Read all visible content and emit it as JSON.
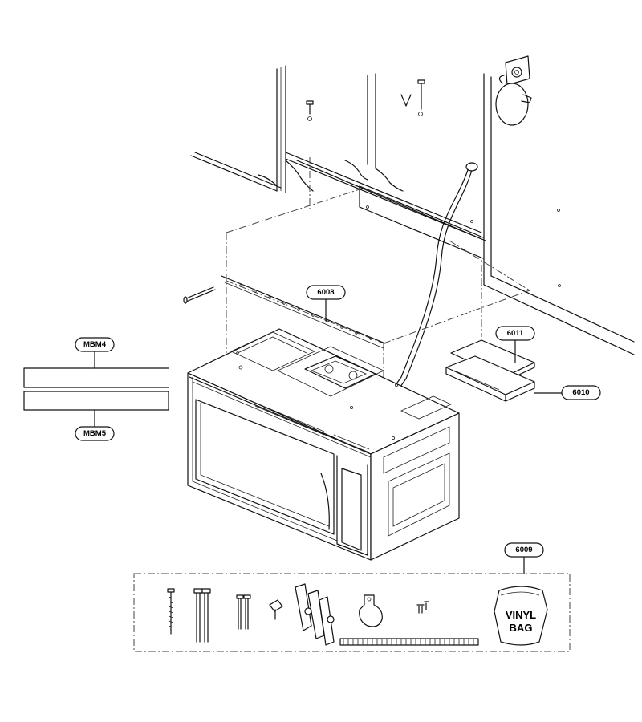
{
  "callouts": {
    "c6008": "6008",
    "c6011": "6011",
    "c6010": "6010",
    "c6009": "6009",
    "mbm4": "MBM4",
    "mbm5": "MBM5"
  },
  "vinyl_bag": {
    "line1": "VINYL",
    "line2": "BAG"
  }
}
